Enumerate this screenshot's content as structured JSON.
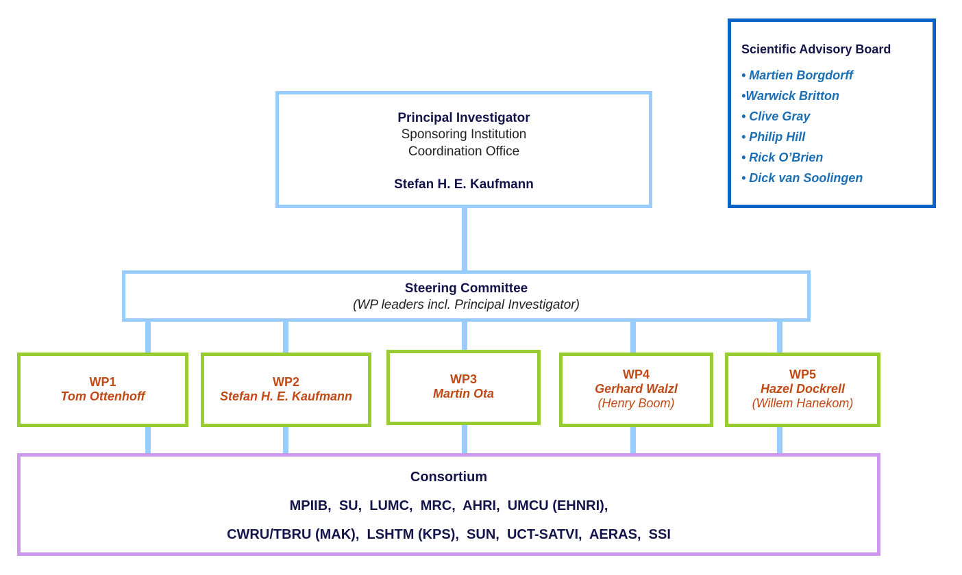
{
  "principal": {
    "title": "Principal Investigator",
    "line1": "Sponsoring Institution",
    "line2": "Coordination Office",
    "name": "Stefan H. E. Kaufmann"
  },
  "advisory_board": {
    "title": "Scientific Advisory Board",
    "members": [
      "• Martien Borgdorff",
      "•Warwick Britton",
      "• Clive Gray",
      "• Philip Hill",
      "• Rick O’Brien",
      "• Dick van Soolingen"
    ]
  },
  "steering": {
    "title": "Steering Committee",
    "subtitle": "(WP leaders incl. Principal Investigator)"
  },
  "work_packages": [
    {
      "code": "WP1",
      "leader": "Tom Ottenhoff",
      "deputy": ""
    },
    {
      "code": "WP2",
      "leader": "Stefan H. E. Kaufmann",
      "deputy": ""
    },
    {
      "code": "WP3",
      "leader": "Martin Ota",
      "deputy": ""
    },
    {
      "code": "WP4",
      "leader": "Gerhard Walzl",
      "deputy": "(Henry Boom)"
    },
    {
      "code": "WP5",
      "leader": "Hazel Dockrell",
      "deputy": "(Willem Hanekom)"
    }
  ],
  "consortium": {
    "title": "Consortium",
    "line1": "MPIIB,  SU,  LUMC,  MRC,  AHRI,  UMCU (EHNRI),",
    "line2": "CWRU/TBRU (MAK),  LSHTM (KPS),  SUN,  UCT-SATVI,  AERAS,  SSI"
  },
  "colors": {
    "connector": "#99ccff",
    "advisory_border": "#0b63c5",
    "wp_border": "#99cc33",
    "wp_text": "#c04a16",
    "consortium_border": "#cc99ee"
  }
}
